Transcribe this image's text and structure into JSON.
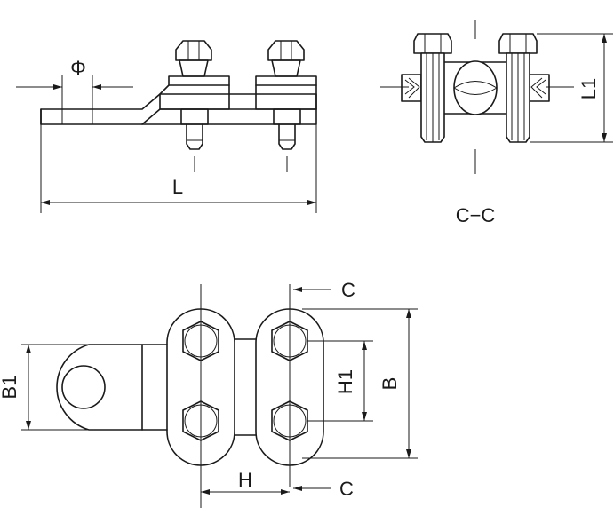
{
  "labels": {
    "phi": "Φ",
    "L": "L",
    "L1": "L1",
    "section": "C−C",
    "section_mark_top": "C",
    "section_mark_bottom": "C",
    "B1": "B1",
    "H1": "H1",
    "B": "B",
    "H": "H"
  }
}
